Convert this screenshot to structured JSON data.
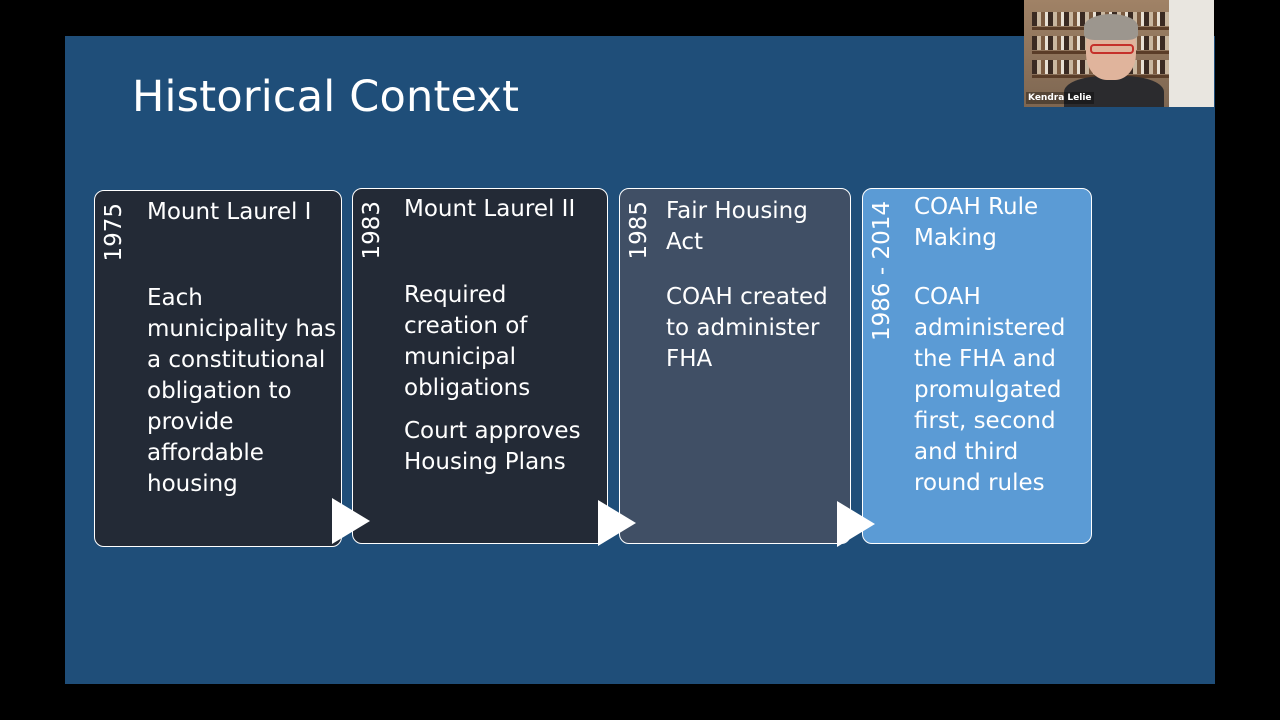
{
  "slide": {
    "title": "Historical Context",
    "background_color": "#1f4e79"
  },
  "timeline": [
    {
      "year": "1975",
      "heading": "Mount Laurel I",
      "body": [
        "Each municipality has a constitutional obligation to provide affordable housing"
      ],
      "fill": "#232a36"
    },
    {
      "year": "1983",
      "heading": "Mount Laurel II",
      "body": [
        "Required creation of municipal obligations",
        "Court approves Housing Plans"
      ],
      "fill": "#232a36"
    },
    {
      "year": "1985",
      "heading": "Fair Housing Act",
      "body": [
        "COAH created to administer FHA"
      ],
      "fill": "#404f65"
    },
    {
      "year": "1986 - 2014",
      "heading": "COAH Rule Making",
      "body": [
        "COAH administered the FHA and promulgated first, second and third round rules"
      ],
      "fill": "#5b9bd5"
    }
  ],
  "video_tile": {
    "participant_name": "Kendra Lelie"
  }
}
